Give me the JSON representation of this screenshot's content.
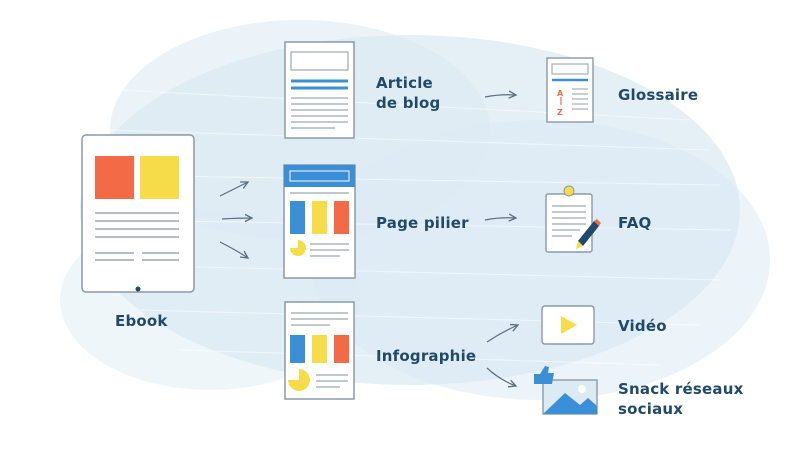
{
  "source": {
    "label": "Ebook"
  },
  "formats": [
    {
      "id": "article",
      "label_lines": [
        "Article",
        "de blog"
      ]
    },
    {
      "id": "pillar",
      "label_lines": [
        "Page pilier"
      ]
    },
    {
      "id": "infographic",
      "label_lines": [
        "Infographie"
      ]
    }
  ],
  "outputs": [
    {
      "id": "glossary",
      "label_lines": [
        "Glossaire"
      ]
    },
    {
      "id": "faq",
      "label_lines": [
        "FAQ"
      ]
    },
    {
      "id": "video",
      "label_lines": [
        "Vidéo"
      ]
    },
    {
      "id": "social",
      "label_lines": [
        "Snack réseaux",
        "sociaux"
      ]
    }
  ],
  "glossary_letters": [
    "A",
    "Z"
  ],
  "colors": {
    "ink": "#1f4a6b",
    "line": "#8a9aa8",
    "blue": "#3b8fd6",
    "yellow": "#f7dc4a",
    "orange": "#f26b46",
    "wash": "#dceaf3"
  }
}
